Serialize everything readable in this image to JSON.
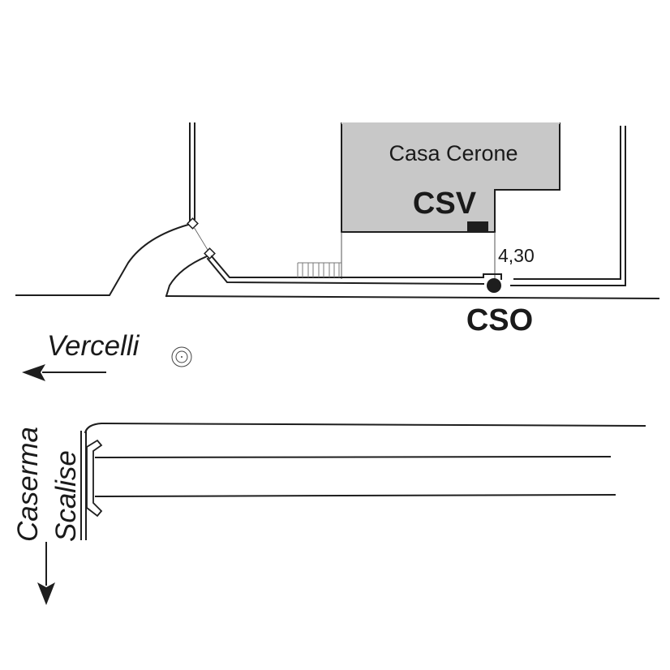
{
  "building": {
    "name": "Casa Cerone",
    "code": "CSV",
    "fill_color": "#c8c8c8"
  },
  "measure": {
    "label": "4,30"
  },
  "outfall": {
    "code": "CSO"
  },
  "directions": {
    "west_label": "Vercelli",
    "south_label_line1": "Caserma",
    "south_label_line2": "Scalise"
  },
  "colors": {
    "ink": "#1e1e1e",
    "background": "#ffffff"
  }
}
